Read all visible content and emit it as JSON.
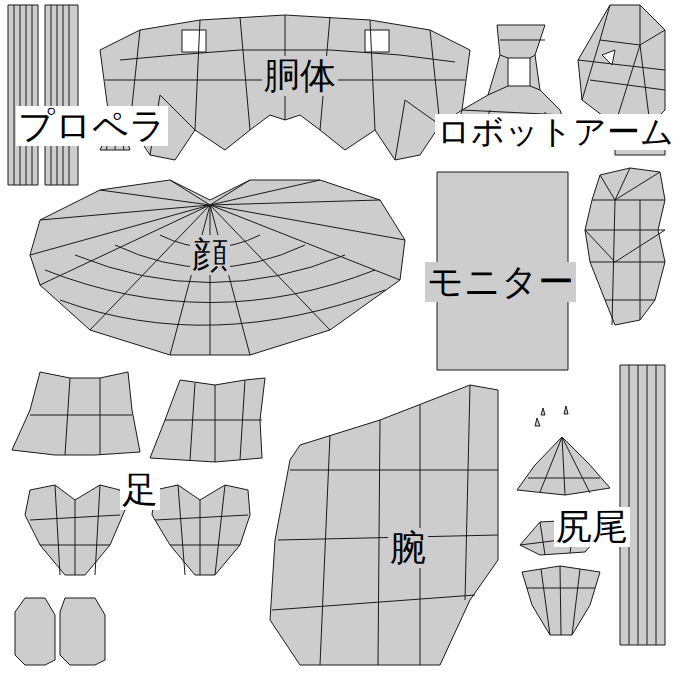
{
  "diagram": {
    "labels": [
      "プロペラ",
      "胴体",
      "ロボットアーム",
      "顔",
      "モニター",
      "足",
      "腕",
      "尻尾"
    ]
  }
}
